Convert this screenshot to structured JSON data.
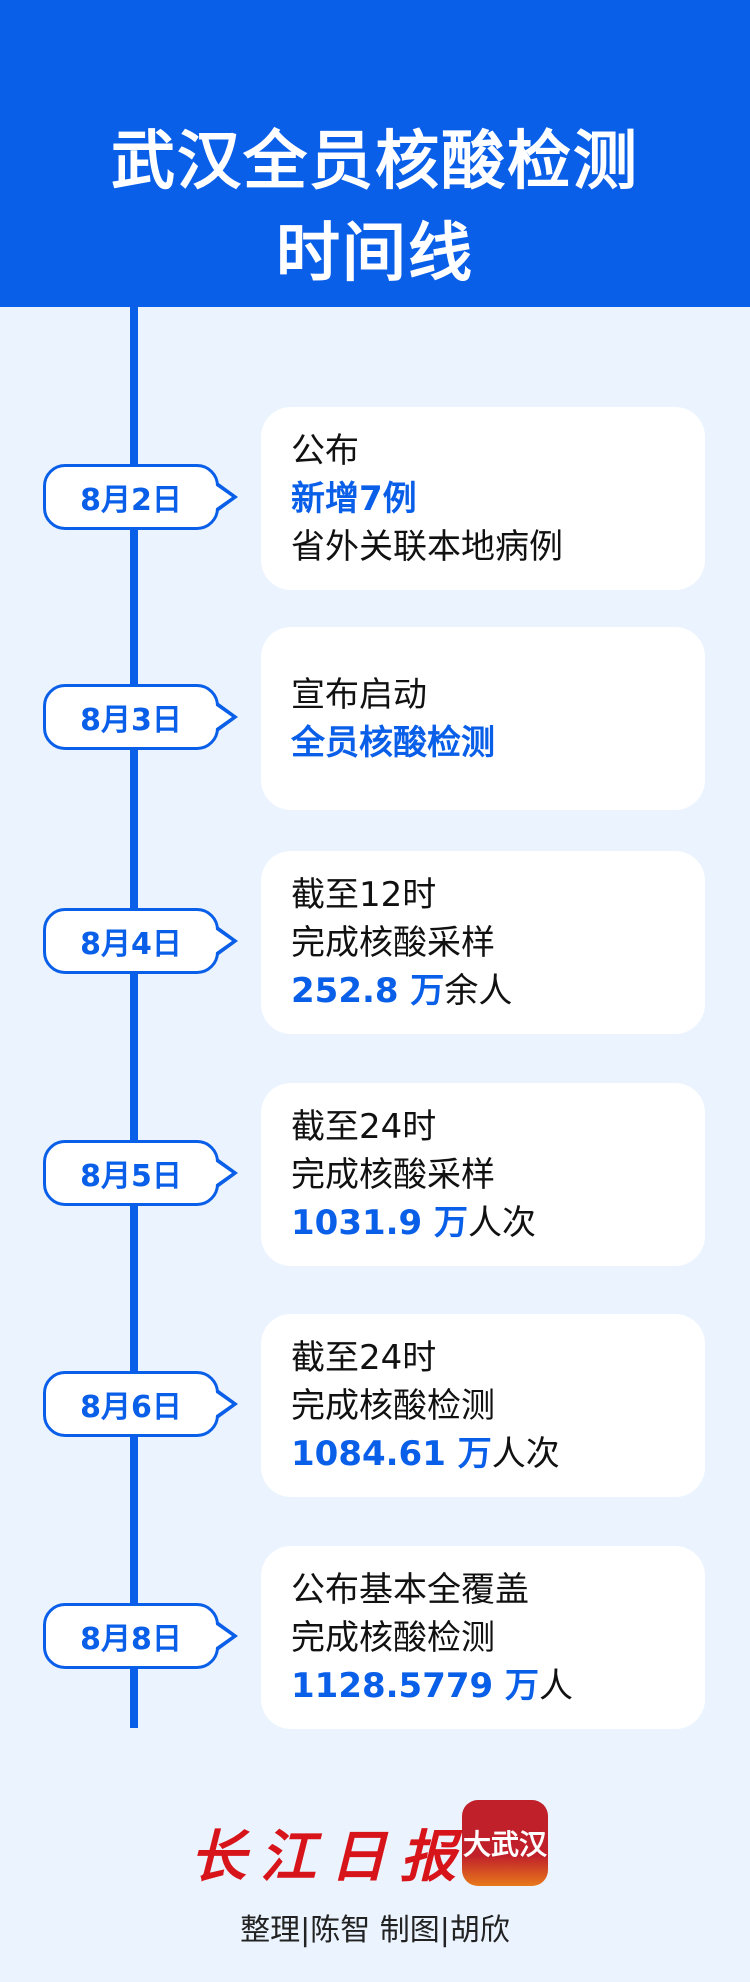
{
  "header": {
    "title_line1": "武汉全员核酸检测",
    "title_line2": "时间线"
  },
  "items": [
    {
      "date": "8月2日",
      "lines": [
        {
          "text": "公布",
          "highlight": ""
        },
        {
          "text": "",
          "highlight": "新增7例"
        },
        {
          "text": "省外关联本地病例",
          "highlight": ""
        }
      ]
    },
    {
      "date": "8月3日",
      "lines": [
        {
          "text": "宣布启动",
          "highlight": ""
        },
        {
          "text": "",
          "highlight": "全员核酸检测"
        }
      ]
    },
    {
      "date": "8月4日",
      "lines": [
        {
          "text": "截至12时",
          "highlight": ""
        },
        {
          "text": "完成核酸采样",
          "highlight": ""
        },
        {
          "text": "余人",
          "highlight": "252.8 万"
        }
      ]
    },
    {
      "date": "8月5日",
      "lines": [
        {
          "text": "截至24时",
          "highlight": ""
        },
        {
          "text": "完成核酸采样",
          "highlight": ""
        },
        {
          "text": "人次",
          "highlight": "1031.9 万"
        }
      ]
    },
    {
      "date": "8月6日",
      "lines": [
        {
          "text": "截至24时",
          "highlight": ""
        },
        {
          "text": "完成核酸检测",
          "highlight": ""
        },
        {
          "text": "人次",
          "highlight": "1084.61 万"
        }
      ]
    },
    {
      "date": "8月8日",
      "lines": [
        {
          "text": "公布基本全覆盖",
          "highlight": ""
        },
        {
          "text": "完成核酸检测",
          "highlight": ""
        },
        {
          "text": "人",
          "highlight": "1128.5779 万"
        }
      ]
    }
  ],
  "footer": {
    "logo": "长江日报",
    "app_icon": "大武汉",
    "credit": "整理|陈智 制图|胡欣"
  },
  "colors": {
    "accent": "#0a5fe8",
    "background": "#ebf4fe",
    "logo_red": "#d7141a"
  }
}
